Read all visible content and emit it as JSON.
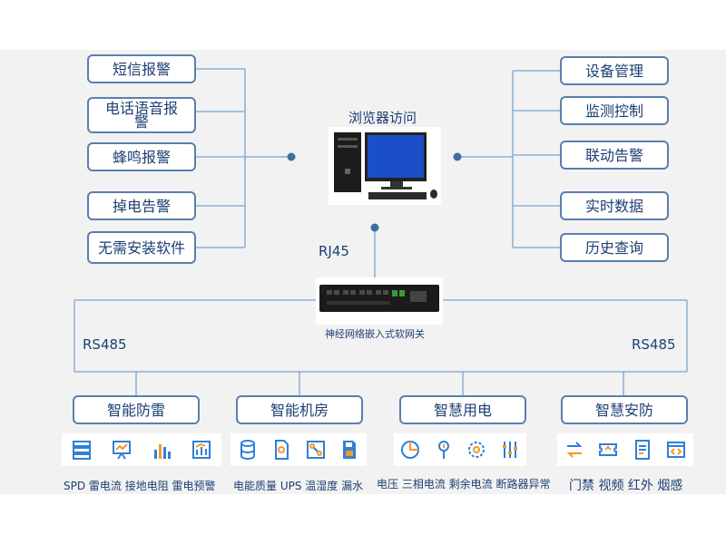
{
  "left_items": [
    "短信报警",
    "电话语音报警",
    "蜂鸣报警",
    "掉电告警",
    "无需安装软件"
  ],
  "right_items": [
    "设备管理",
    "监测控制",
    "联动告警",
    "实时数据",
    "历史查询"
  ],
  "center": {
    "browser_label": "浏览器访问",
    "rj45_label": "RJ45",
    "gateway_label": "神经网络嵌入式软网关"
  },
  "bus": {
    "left_label": "RS485",
    "right_label": "RS485"
  },
  "groups": [
    {
      "title": "智能防雷",
      "caption": "SPD  雷电流  接地电阻 雷电预警",
      "icons": [
        "server-stack-icon",
        "presentation-chart-icon",
        "bar-chart-icon",
        "line-chart-icon"
      ]
    },
    {
      "title": "智能机房",
      "caption": "电能质量  UPS  温湿度 漏水",
      "icons": [
        "database-icon",
        "document-icon",
        "circuit-icon",
        "storage-icon"
      ]
    },
    {
      "title": "智慧用电",
      "caption": "电压  三相电流  剩余电流 断路器异常",
      "icons": [
        "pie-chart-icon",
        "tree-icon",
        "gear-icon",
        "sliders-icon"
      ]
    },
    {
      "title": "智慧安防",
      "caption": "门禁 视频  红外 烟感",
      "icons": [
        "swap-arrows-icon",
        "ticket-icon",
        "report-icon",
        "code-window-icon"
      ]
    }
  ],
  "colors": {
    "box_border": "#5a7fae",
    "line": "#7aa3cf",
    "text": "#1d3f73",
    "icon_blue": "#2f7fd8",
    "icon_orange": "#f09a2a"
  }
}
